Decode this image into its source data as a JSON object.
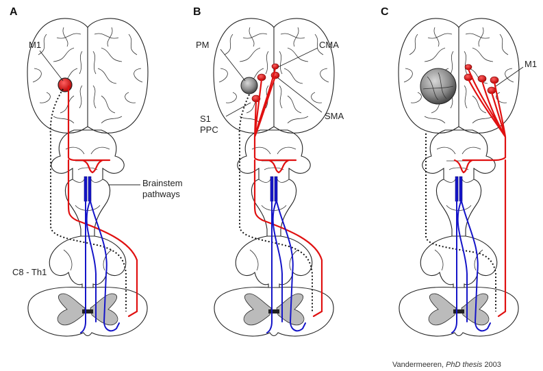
{
  "panels": [
    {
      "letter": "A",
      "labels": {
        "m1": "M1",
        "brainstem": "Brainstem",
        "pathways": "pathways",
        "spinal": "C8 - Th1"
      }
    },
    {
      "letter": "B",
      "labels": {
        "pm": "PM",
        "cma": "CMA",
        "s1": "S1",
        "ppc": "PPC",
        "sma": "SMA"
      }
    },
    {
      "letter": "C",
      "labels": {
        "m1": "M1"
      }
    }
  ],
  "credit": {
    "author": "Vandermeeren, ",
    "italic": "PhD thesis",
    "year": " 2003"
  },
  "colors": {
    "motor_pathway": "#e01010",
    "brainstem_pathway": "#1414c8",
    "lesion": "#777777",
    "structure": "#bbbbbb"
  }
}
